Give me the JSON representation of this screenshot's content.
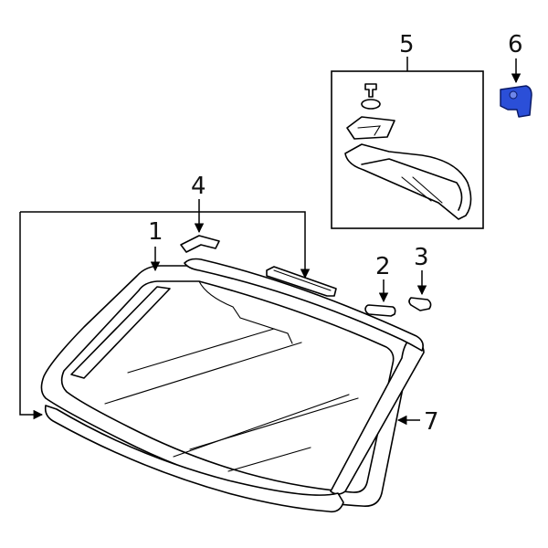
{
  "diagram": {
    "callouts": [
      {
        "id": "1",
        "text": "1"
      },
      {
        "id": "2",
        "text": "2"
      },
      {
        "id": "3",
        "text": "3"
      },
      {
        "id": "4",
        "text": "4"
      },
      {
        "id": "5",
        "text": "5"
      },
      {
        "id": "6",
        "text": "6"
      },
      {
        "id": "7",
        "text": "7"
      }
    ],
    "highlight_color": "#2b4fd8",
    "line_color": "#000000"
  }
}
